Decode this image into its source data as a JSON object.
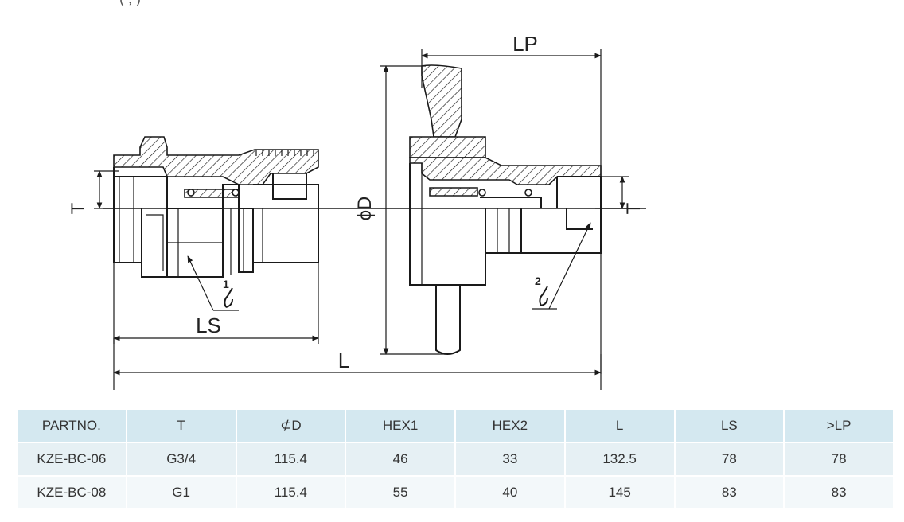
{
  "top_cut_text": "(  ,  )",
  "diagram": {
    "labels": {
      "lp": "LP",
      "d": "ϕD",
      "t_left": "T",
      "t_right": "T",
      "ls": "LS",
      "l": "L",
      "callout_1": "1",
      "callout_2": "2"
    }
  },
  "table": {
    "headers": [
      "PARTNO.",
      "T",
      "⊄D",
      "HEX1",
      "HEX2",
      "L",
      "LS",
      ">LP"
    ],
    "rows": [
      [
        "KZE-BC-06",
        "G3/4",
        "115.4",
        "46",
        "33",
        "132.5",
        "78",
        "78"
      ],
      [
        "KZE-BC-08",
        "G1",
        "115.4",
        "55",
        "40",
        "145",
        "83",
        "83"
      ]
    ]
  },
  "colors": {
    "header_bg": "#d4e8f0",
    "row_bg_1": "#e6f0f4",
    "row_bg_2": "#f3f8fa",
    "text": "#333333"
  }
}
